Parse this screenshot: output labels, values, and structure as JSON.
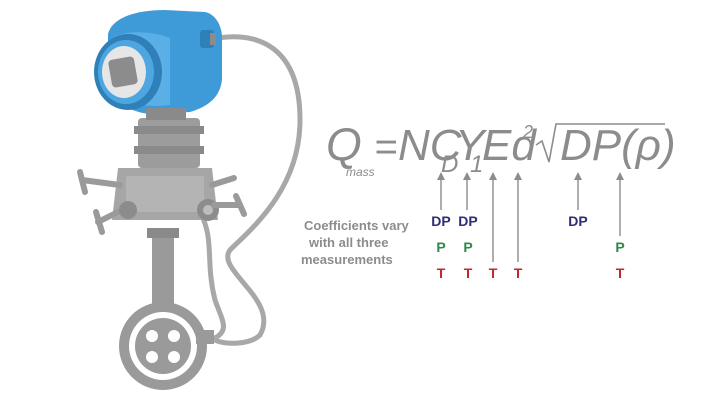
{
  "equation": {
    "q": "Q",
    "q_sub": "mass",
    "equals": "=",
    "nc": "NC",
    "c_sub": "D",
    "y": "Y",
    "y_sub": "1",
    "ed": "Ed",
    "d_sup": "2",
    "radicand": "DP(ρ)"
  },
  "note_lines": [
    "Coefficients vary",
    "with all three",
    "measurements"
  ],
  "measurement_labels": {
    "dp": "DP",
    "p": "P",
    "t": "T"
  },
  "colors": {
    "dp": "#2e2e72",
    "p": "#2e8a4a",
    "t": "#c0282d",
    "text_gray": "#8c8c8c",
    "device_gray": "#9a9a9a",
    "housing_blue": "#3f9ad8"
  },
  "icons": {
    "device": "flow-transmitter-icon"
  }
}
